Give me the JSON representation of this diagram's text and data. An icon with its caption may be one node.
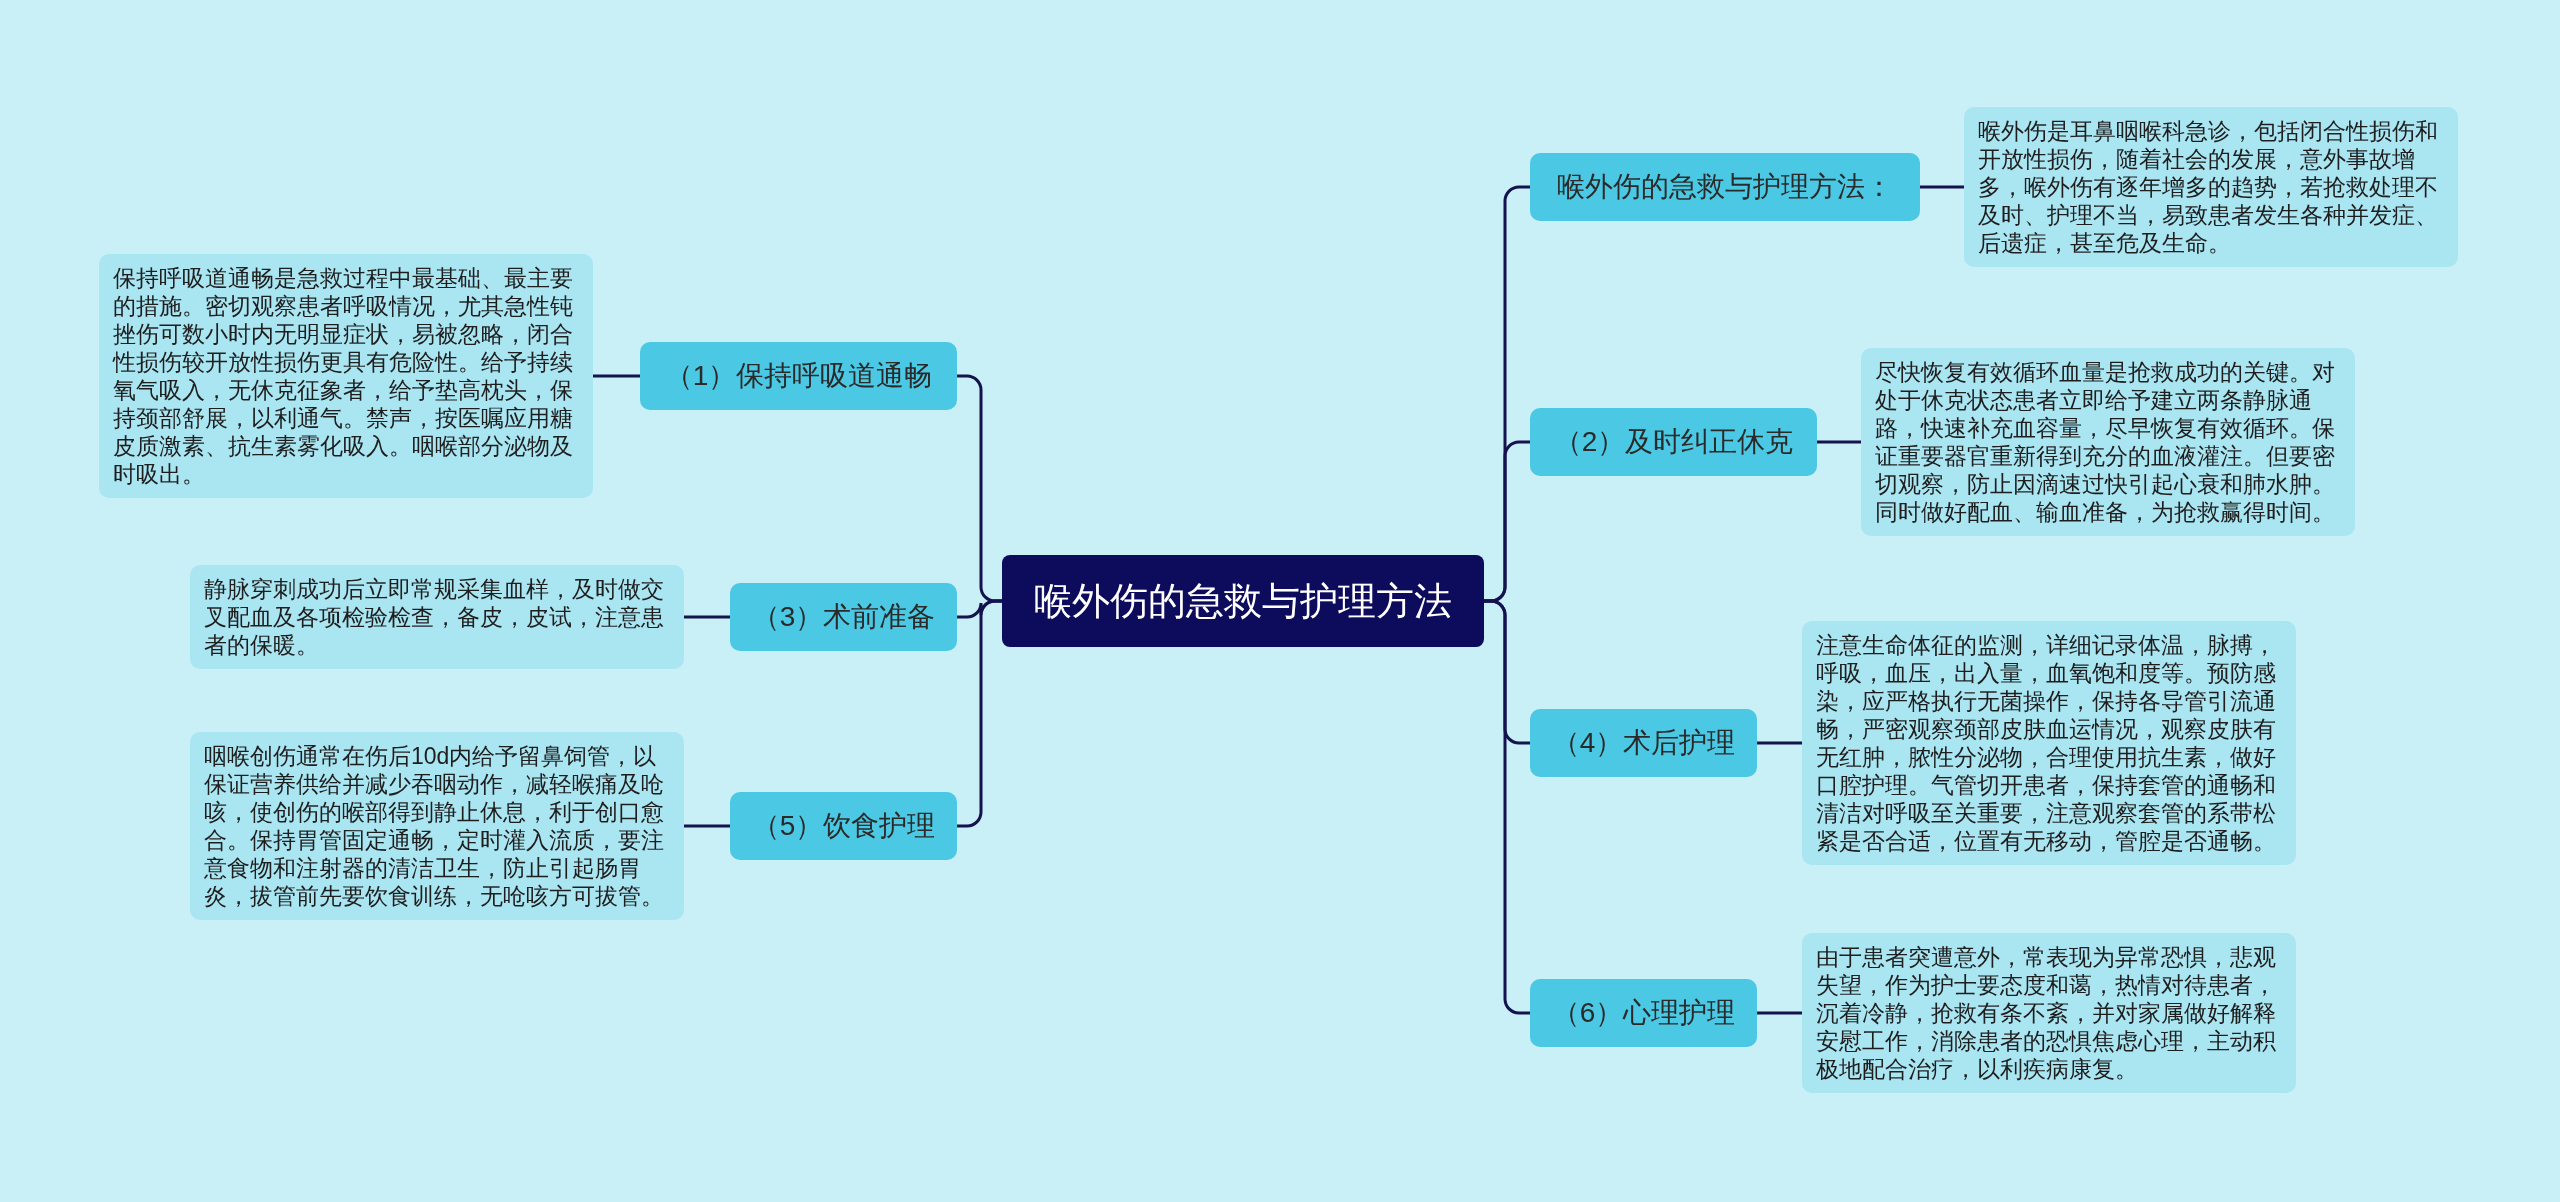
{
  "diagram": {
    "nodes": [
      {
        "text": [
          "喉外伤的急救与护理方法"
        ]
      },
      {
        "text": [
          "喉外伤的急救与护理方法："
        ]
      },
      {
        "text": [
          "喉外伤是耳鼻咽喉科急诊，包括闭合性损伤和开放性损伤，随着社会的发展，意外事故增多，喉外伤有逐年增多的趋势，若抢救处理不及时、护理不当，易致患者发生各种并发症、后遗症，甚至危及生命。"
        ]
      },
      {
        "text": [
          "（1）保持呼吸道通畅"
        ]
      },
      {
        "text": [
          "保持呼吸道通畅是急救过程中最基础、最主要的措施。密切观察患者呼吸情况，尤其急性钝挫伤可数小时内无明显症状，易被忽略，闭合性损伤较开放性损伤更具有危险性。给予持续氧气吸入，无休克征象者，给予垫高枕头，保持颈部舒展，以利通气。禁声，按医嘱应用糖皮质激素、抗生素雾化吸入。咽喉部分泌物及时吸出。"
        ]
      },
      {
        "text": [
          "（2）及时纠正休克"
        ]
      },
      {
        "text": [
          "尽快恢复有效循环血量是抢救成功的关键。对处于休克状态患者立即给予建立两条静脉通路，快速补充血容量，尽早恢复有效循环。保证重要器官重新得到充分的血液灌注。但要密切观察，防止因滴速过快引起心衰和肺水肿。同时做好配血、输血准备，为抢救赢得时间。"
        ]
      },
      {
        "text": [
          "（3）术前准备"
        ]
      },
      {
        "text": [
          "静脉穿刺成功后立即常规采集血样，及时做交叉配血及各项检验检查，备皮，皮试，注意患者的保暖。"
        ]
      },
      {
        "text": [
          "（4）术后护理"
        ]
      },
      {
        "text": [
          "注意生命体征的监测，详细记录体温，脉搏，呼吸，血压，出入量，血氧饱和度等。预防感染，应严格执行无菌操作，保持各导管引流通畅，严密观察颈部皮肤血运情况，观察皮肤有无红肿，脓性分泌物，合理使用抗生素，做好口腔护理。气管切开患者，保持套管的通畅和清洁对呼吸至关重要，注意观察套管的系带松紧是否合适，位置有无移动，管腔是否通畅。"
        ]
      },
      {
        "text": [
          "（5）饮食护理"
        ]
      },
      {
        "text": [
          "咽喉创伤通常在伤后10d内给予留鼻饲管，以保证营养供给并减少吞咽动作，减轻喉痛及呛咳，使创伤的喉部得到静止休息，利于创口愈合。保持胃管固定通畅，定时灌入流质，要注意食物和注射器的清洁卫生，防止引起肠胃炎，拔管前先要饮食训练，无呛咳方可拔管。"
        ]
      },
      {
        "text": [
          "（6）心理护理"
        ]
      },
      {
        "text": [
          "由于患者突遭意外，常表现为异常恐惧，悲观失望，作为护士要态度和蔼，热情对待患者，沉着冷静，抢救有条不紊，并对家属做好解释安慰工作，消除患者的恐惧焦虑心理，主动积极地配合治疗，以利疾病康复。"
        ]
      }
    ],
    "edges": [
      {
        "from": 0,
        "to": 1,
        "arrow": "none"
      },
      {
        "from": 1,
        "to": 2,
        "arrow": "none"
      },
      {
        "from": 0,
        "to": 3,
        "arrow": "none"
      },
      {
        "from": 3,
        "to": 4,
        "arrow": "none"
      },
      {
        "from": 0,
        "to": 5,
        "arrow": "none"
      },
      {
        "from": 5,
        "to": 6,
        "arrow": "none"
      },
      {
        "from": 0,
        "to": 7,
        "arrow": "none"
      },
      {
        "from": 7,
        "to": 8,
        "arrow": "none"
      },
      {
        "from": 0,
        "to": 9,
        "arrow": "none"
      },
      {
        "from": 9,
        "to": 10,
        "arrow": "none"
      },
      {
        "from": 0,
        "to": 11,
        "arrow": "none"
      },
      {
        "from": 11,
        "to": 12,
        "arrow": "none"
      },
      {
        "from": 0,
        "to": 13,
        "arrow": "none"
      },
      {
        "from": 13,
        "to": 14,
        "arrow": "none"
      }
    ]
  }
}
